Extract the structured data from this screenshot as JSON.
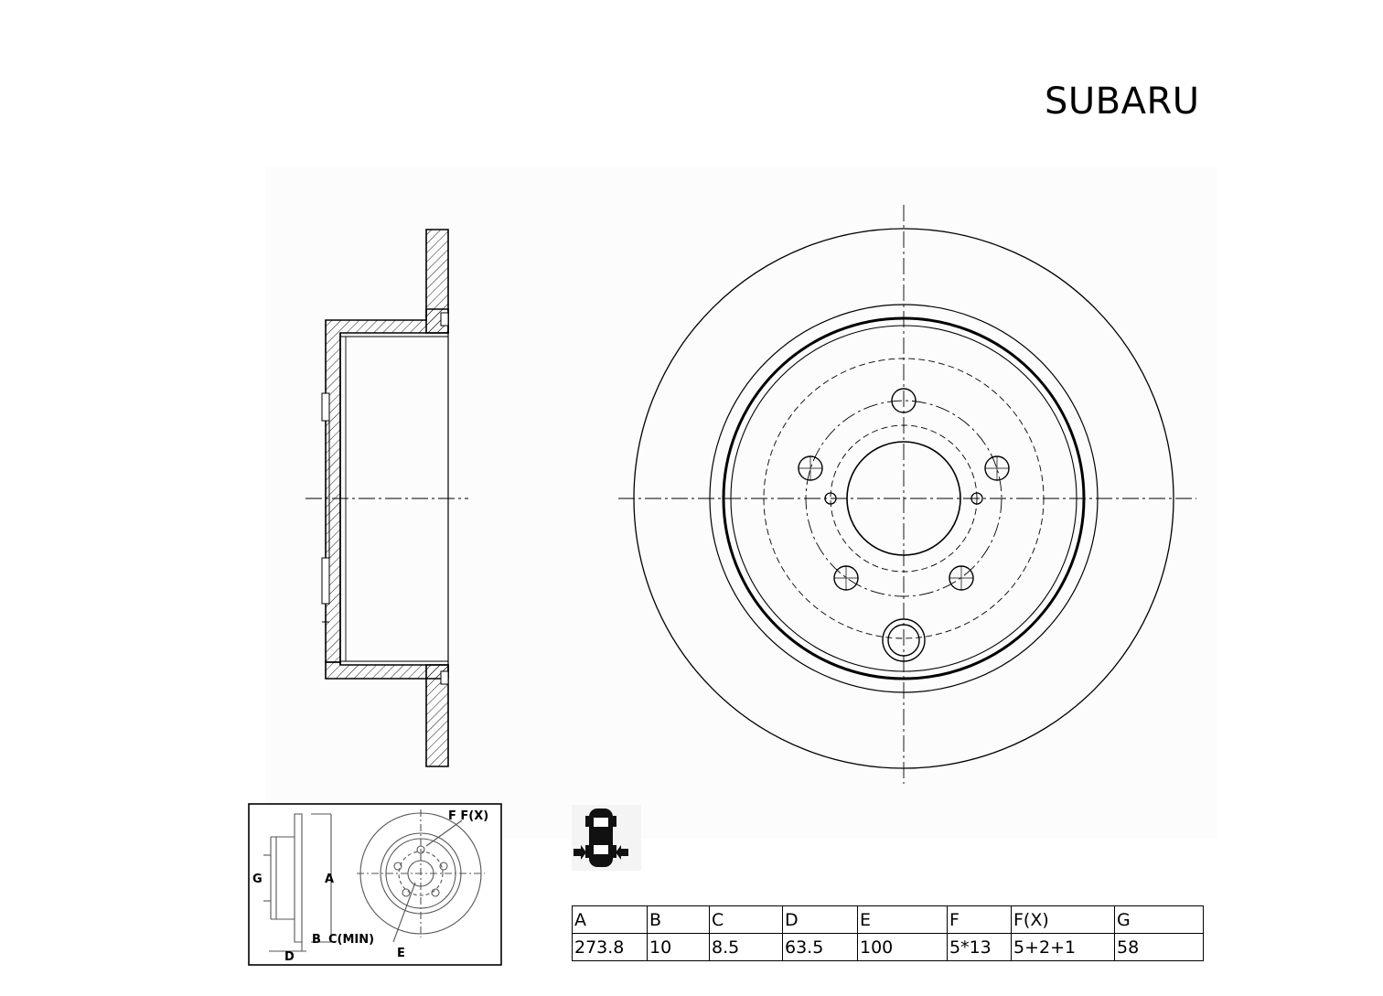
{
  "brand": "SUBARU",
  "legend_labels": {
    "g": "G",
    "a": "A",
    "d": "D",
    "b": "B",
    "c_min": "C(MIN)",
    "e": "E",
    "f_fx": "F F(X)"
  },
  "mounting_position_icon": "rear-axle-car-icon",
  "spec_table": {
    "headers": [
      "A",
      "B",
      "C",
      "D",
      "E",
      "F",
      "F(X)",
      "G"
    ],
    "values": [
      "273.8",
      "10",
      "8.5",
      "63.5",
      "100",
      "5*13",
      "5+2+1",
      "58"
    ]
  }
}
